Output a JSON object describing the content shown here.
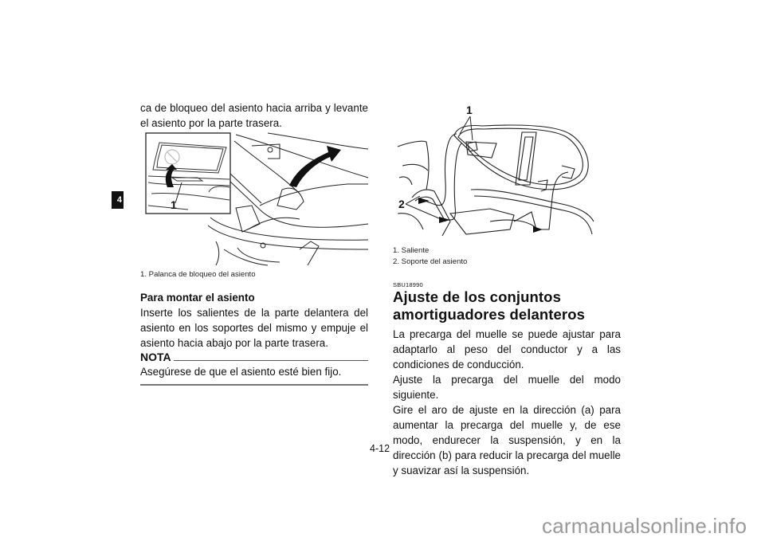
{
  "chapter_tab": "4",
  "left_column": {
    "intro_text": "ca de bloqueo del asiento hacia arriba y levante el asiento por la parte trasera.",
    "figure1": {
      "callouts": [
        "1"
      ],
      "captions": [
        "1. Palanca de bloqueo del asiento"
      ]
    },
    "install_section": {
      "heading": "Para montar el asiento",
      "text": "Inserte los salientes de la parte delantera del asiento en los soportes del mismo y empuje el asiento hacia abajo por la parte trasera."
    },
    "note": {
      "title": "NOTA",
      "text": "Asegúrese de que el asiento esté bien fijo."
    }
  },
  "right_column": {
    "figure2": {
      "callouts": [
        "1",
        "2"
      ],
      "captions": [
        "1. Saliente",
        "2. Soporte del asiento"
      ]
    },
    "section": {
      "code": "SBU18990",
      "title_line1": "Ajuste de los conjuntos",
      "title_line2": "amortiguadores delanteros",
      "paragraphs": [
        "La precarga del muelle se puede ajustar para adaptarlo al peso del conductor y a las condiciones de conducción.",
        "Ajuste la precarga del muelle del modo siguiente.",
        "Gire el aro de ajuste en la dirección (a) para aumentar la precarga del muelle y, de ese modo, endurecer la suspensión, y en la dirección (b) para reducir la precarga del muelle y suavizar así la suspensión."
      ]
    }
  },
  "page_number": "4-12",
  "watermark": "carmanualsonline.info"
}
